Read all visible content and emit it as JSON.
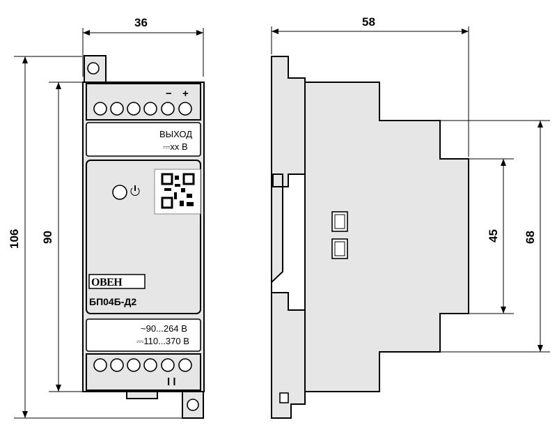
{
  "dimensions": {
    "front_width": "36",
    "front_height_total": "106",
    "front_height_body": "90",
    "side_depth": "58",
    "side_height_45": "45",
    "side_height_68": "68"
  },
  "front_panel": {
    "output_label": "ВЫХОД",
    "output_voltage": "⎓xx В",
    "terminal_minus": "−",
    "terminal_plus": "+",
    "brand_logo": "OBEH",
    "model": "БП04Б-Д2",
    "input_ac": "~90...264 В",
    "input_dc": "⎓110...370 В",
    "input_marks": "l l"
  },
  "icons": {
    "power": "power-icon",
    "qr": "qr-code-icon",
    "led": "power-led"
  },
  "colors": {
    "body": "#e6e6e6",
    "line": "#000000",
    "panel": "#ffffff"
  }
}
